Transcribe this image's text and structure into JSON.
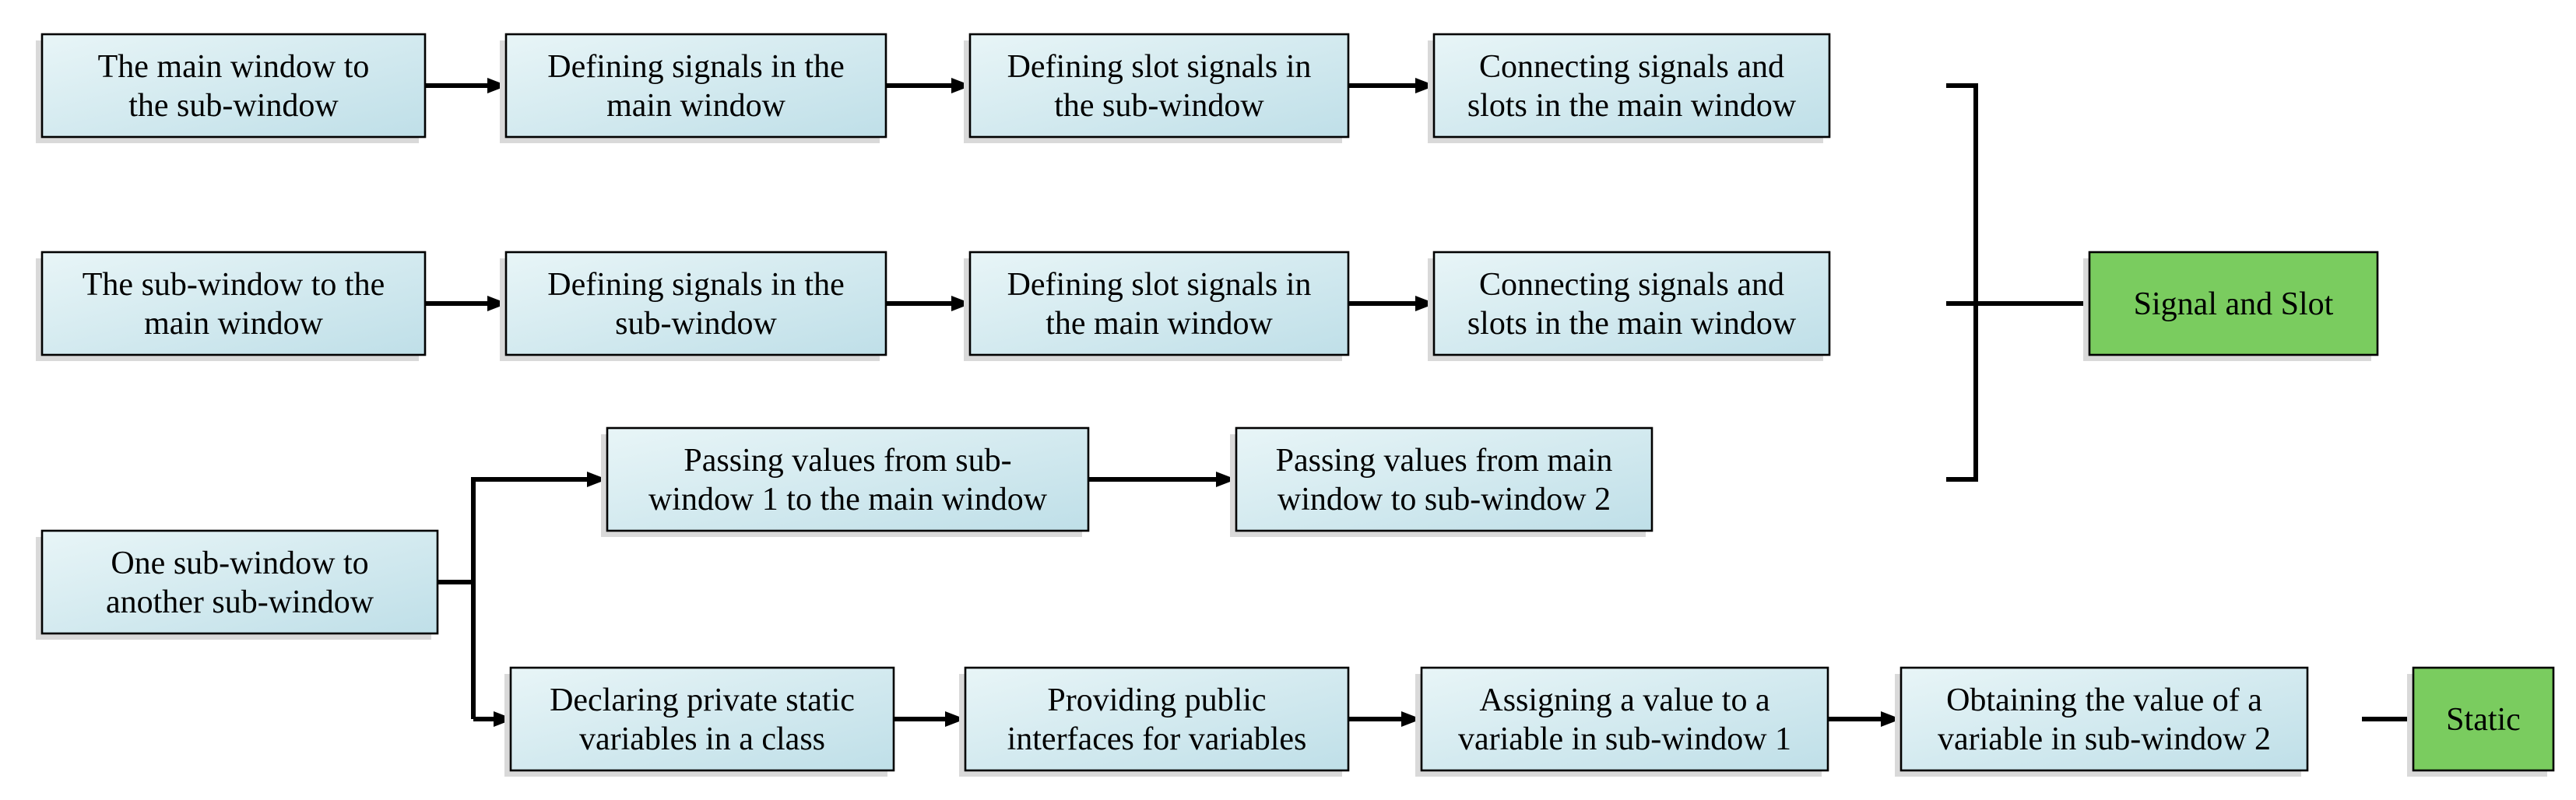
{
  "colors": {
    "box_light": "#e6f3f6",
    "box_mid": "#c3e1e9",
    "box_green": "#7acc5f"
  },
  "nodes": {
    "r1_main_to_sub": [
      "The main window to",
      "the sub-window"
    ],
    "r1_define_signals": [
      "Defining signals in the",
      "main window"
    ],
    "r1_define_slots": [
      "Defining slot signals in",
      "the sub-window"
    ],
    "r1_connect": [
      "Connecting signals and",
      "slots in the main window"
    ],
    "r2_sub_to_main": [
      "The sub-window to the",
      "main window"
    ],
    "r2_define_signals": [
      "Defining signals in the",
      "sub-window"
    ],
    "r2_define_slots": [
      "Defining slot signals in",
      "the main window"
    ],
    "r2_connect": [
      "Connecting signals and",
      "slots in the main window"
    ],
    "r3_sub_to_sub": [
      "One sub-window to",
      "another sub-window"
    ],
    "r3_pass_sub1": [
      "Passing values from sub-",
      "window 1 to the main window"
    ],
    "r3_pass_main": [
      "Passing values from main",
      "window to sub-window 2"
    ],
    "r4_declare": [
      "Declaring private static",
      "variables in a class"
    ],
    "r4_interfaces": [
      "Providing public",
      "interfaces for variables"
    ],
    "r4_assign": [
      "Assigning a value to a",
      "variable in sub-window 1"
    ],
    "r4_obtain": [
      "Obtaining the value of a",
      "variable in sub-window 2"
    ],
    "signal_slot": [
      "Signal and Slot"
    ],
    "static": [
      "Static"
    ]
  }
}
